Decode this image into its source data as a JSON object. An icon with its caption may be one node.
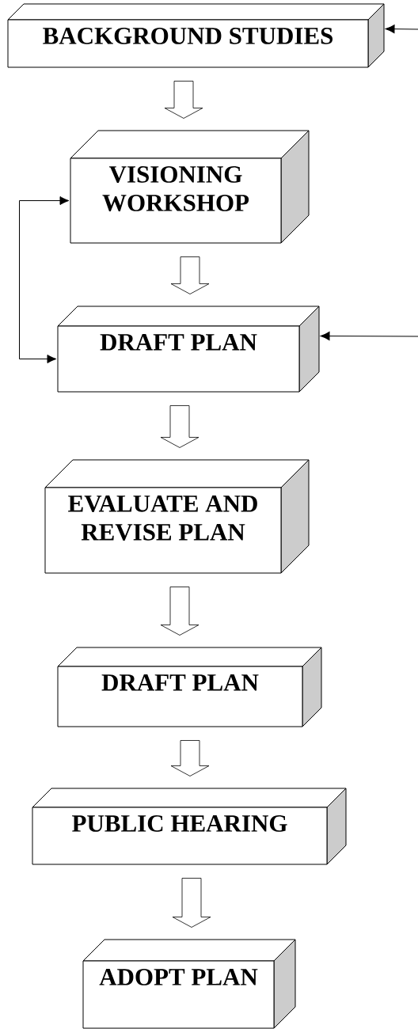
{
  "diagram": {
    "nodes": [
      {
        "text": [
          "BACKGROUND STUDIES"
        ]
      },
      {
        "text": [
          "VISIONING WORKSHOP"
        ]
      },
      {
        "text": [
          "DRAFT PLAN"
        ]
      },
      {
        "text": [
          "EVALUATE AND REVISE PLAN"
        ]
      },
      {
        "text": [
          "DRAFT PLAN"
        ]
      },
      {
        "text": [
          "PUBLIC HEARING"
        ]
      },
      {
        "text": [
          "ADOPT PLAN"
        ]
      }
    ],
    "edges": [
      {
        "from": 0,
        "to": 1,
        "arrow": "to"
      },
      {
        "from": 1,
        "to": 2,
        "arrow": "to"
      },
      {
        "from": 2,
        "to": 3,
        "arrow": "to"
      },
      {
        "from": 3,
        "to": 4,
        "arrow": "to"
      },
      {
        "from": 4,
        "to": 5,
        "arrow": "to"
      },
      {
        "from": 5,
        "to": 6,
        "arrow": "to"
      },
      {
        "from": null,
        "to": 0,
        "arrow": "to"
      },
      {
        "from": null,
        "to": 2,
        "arrow": "to"
      },
      {
        "from": 1,
        "to": 2,
        "arrow": "both"
      }
    ]
  }
}
